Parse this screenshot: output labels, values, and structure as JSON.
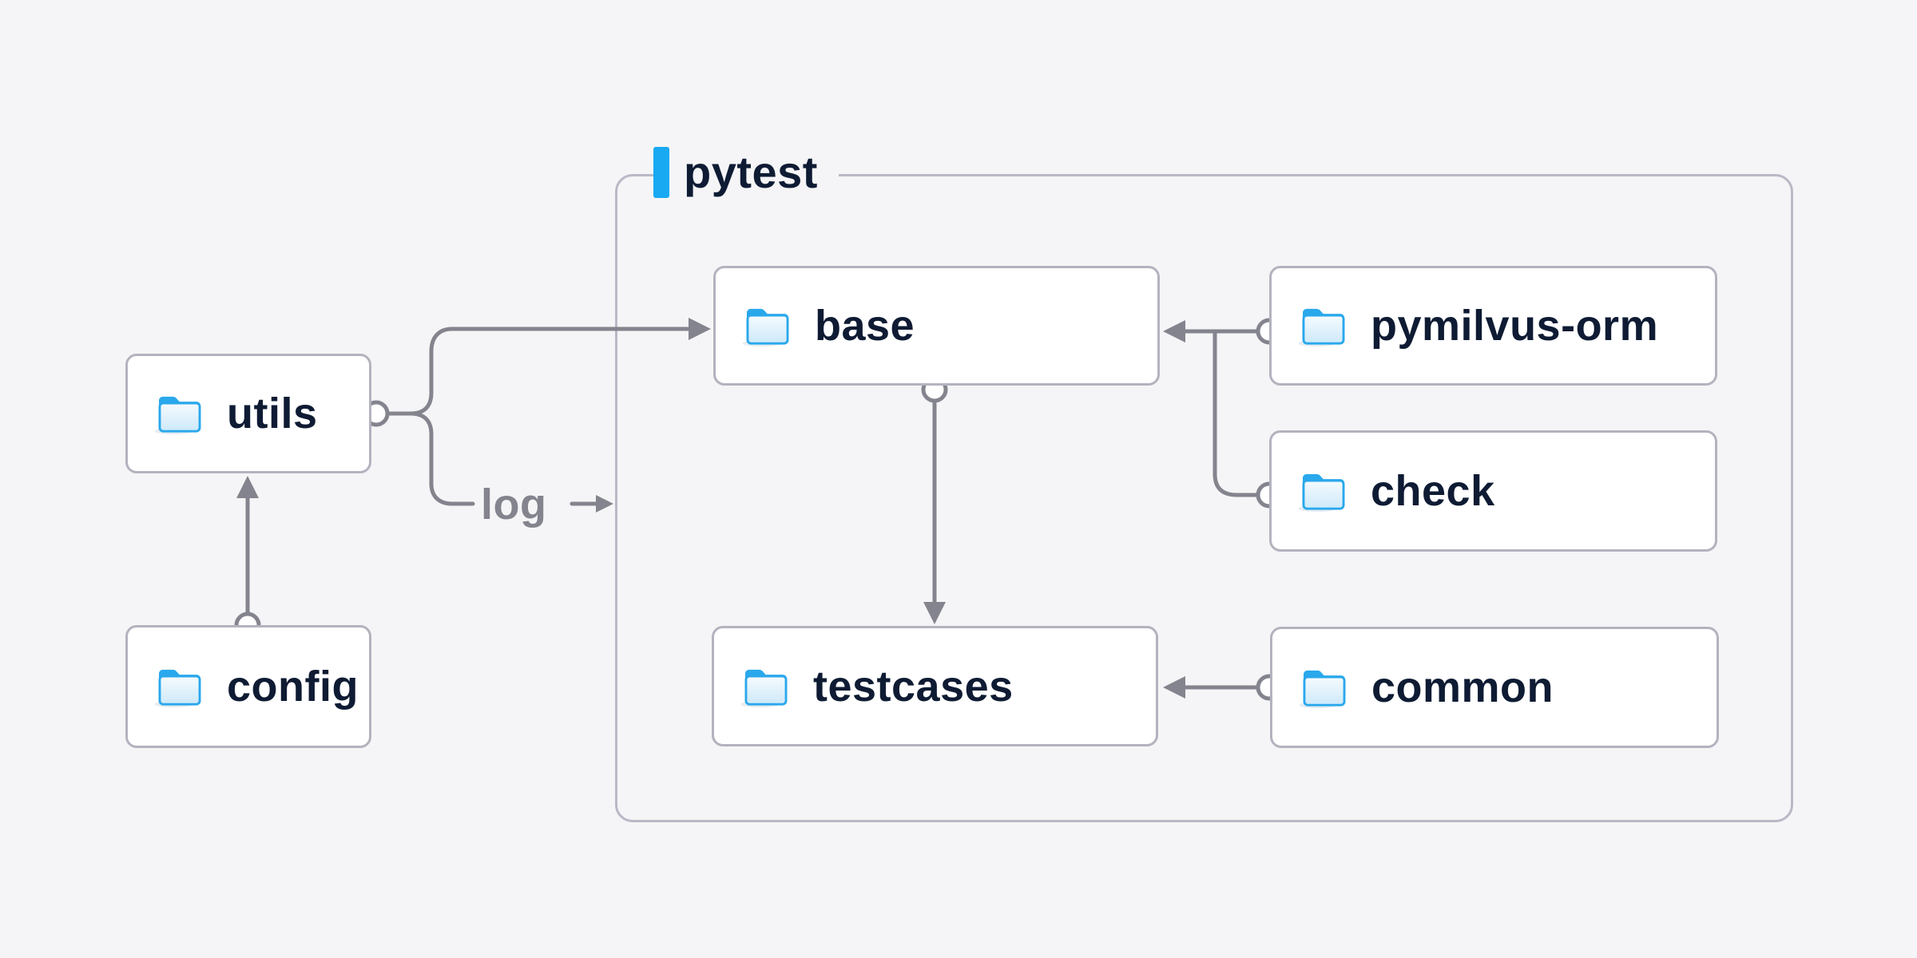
{
  "diagram": {
    "container_label": "pytest",
    "nodes": [
      {
        "id": "utils",
        "label": "utils"
      },
      {
        "id": "config",
        "label": "config"
      },
      {
        "id": "base",
        "label": "base"
      },
      {
        "id": "pymilvus-orm",
        "label": "pymilvus-orm"
      },
      {
        "id": "check",
        "label": "check"
      },
      {
        "id": "testcases",
        "label": "testcases"
      },
      {
        "id": "common",
        "label": "common"
      }
    ],
    "edge_label": "log",
    "edges": [
      {
        "from": "config",
        "to": "utils"
      },
      {
        "from": "utils",
        "to": "base"
      },
      {
        "from": "utils",
        "to": "log",
        "label": "log"
      },
      {
        "from": "pymilvus-orm",
        "to": "base"
      },
      {
        "from": "check",
        "to": "base"
      },
      {
        "from": "base",
        "to": "testcases"
      },
      {
        "from": "common",
        "to": "testcases"
      }
    ],
    "colors": {
      "accent_blue": "#18a9f2",
      "folder_blue": "#2aa8ec",
      "line_gray": "#84848e",
      "node_border_gray": "#b3b3bf",
      "cluster_border_gray": "#b9b9c6",
      "text_navy": "#0e1b33",
      "edge_label_gray": "#84848e",
      "background": "#f5f5f7",
      "node_background": "#ffffff"
    }
  }
}
